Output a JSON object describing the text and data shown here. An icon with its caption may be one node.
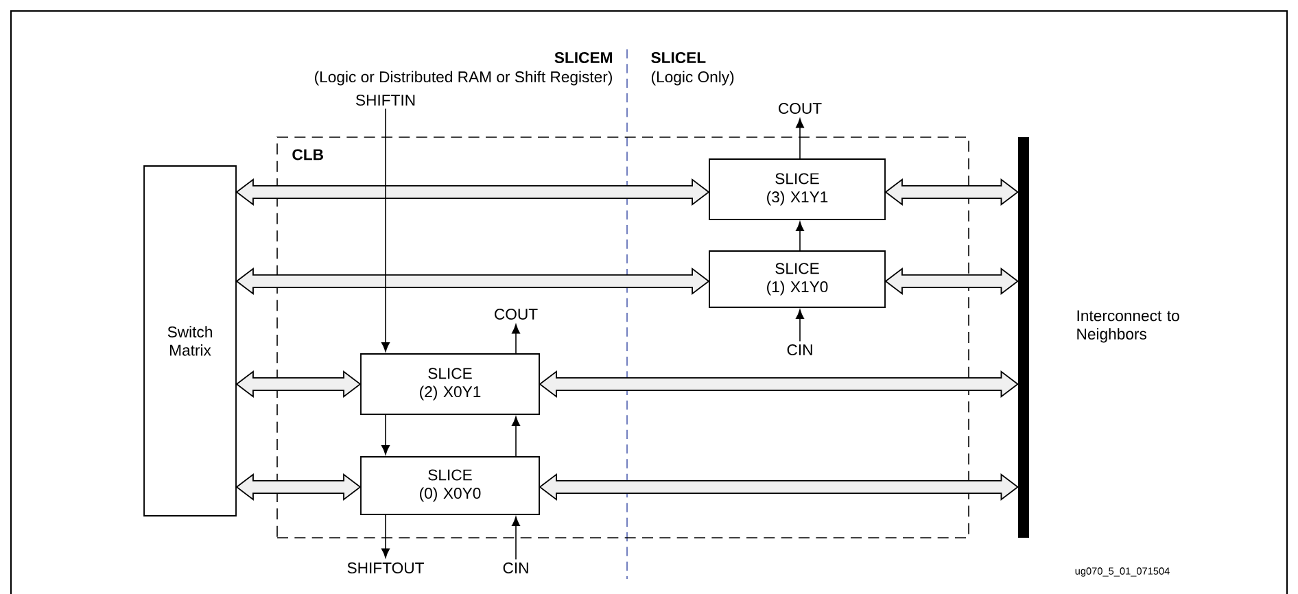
{
  "diagram": {
    "nodes": [
      {
        "text": [
          "CLB"
        ]
      },
      {
        "text": [
          "Switch Matrix"
        ]
      },
      {
        "text": [
          "SLICE (3) X1Y1"
        ],
        "in": 0
      },
      {
        "text": [
          "SLICE (1) X1Y0"
        ],
        "in": 0
      },
      {
        "text": [
          "SLICE (2) X0Y1"
        ],
        "in": 0
      },
      {
        "text": [
          "SLICE (0) X0Y0"
        ],
        "in": 0
      },
      {
        "text": [],
        "shape": "bar",
        "beside": [
          "Interconnect to Neighbors"
        ]
      },
      {
        "text": [
          "SHIFTIN"
        ]
      },
      {
        "text": [
          "COUT"
        ]
      },
      {
        "text": [
          "COUT"
        ],
        "in": 0
      },
      {
        "text": [
          "CIN"
        ],
        "in": 0
      },
      {
        "text": [
          "SHIFTOUT"
        ]
      },
      {
        "text": [
          "CIN"
        ]
      }
    ],
    "edges": [
      {
        "from": 1,
        "to": 2,
        "arrow": "both",
        "style": "thick"
      },
      {
        "from": 2,
        "to": 6,
        "arrow": "both",
        "style": "thick"
      },
      {
        "from": 1,
        "to": 3,
        "arrow": "both",
        "style": "thick"
      },
      {
        "from": 3,
        "to": 6,
        "arrow": "both",
        "style": "thick"
      },
      {
        "from": 1,
        "to": 4,
        "arrow": "both",
        "style": "thick"
      },
      {
        "from": 4,
        "to": 6,
        "arrow": "both",
        "style": "thick"
      },
      {
        "from": 1,
        "to": 5,
        "arrow": "both",
        "style": "thick"
      },
      {
        "from": 5,
        "to": 6,
        "arrow": "both",
        "style": "thick"
      },
      {
        "from": 2,
        "to": 8,
        "arrow": "to"
      },
      {
        "from": 3,
        "to": 2,
        "arrow": "to"
      },
      {
        "from": 10,
        "to": 3,
        "arrow": "to"
      },
      {
        "from": 7,
        "to": 4,
        "arrow": "to"
      },
      {
        "from": 4,
        "to": 5,
        "arrow": "to"
      },
      {
        "from": 5,
        "to": 11,
        "arrow": "to"
      },
      {
        "from": 12,
        "to": 5,
        "arrow": "to"
      },
      {
        "from": 5,
        "to": 4,
        "arrow": "to"
      },
      {
        "from": 4,
        "to": 9,
        "arrow": "to"
      }
    ],
    "labels": [
      "SLICEM",
      "(Logic or Distributed RAM or Shift Register)",
      "SLICEL",
      "(Logic Only)",
      "ug070_5_01_071504"
    ]
  }
}
